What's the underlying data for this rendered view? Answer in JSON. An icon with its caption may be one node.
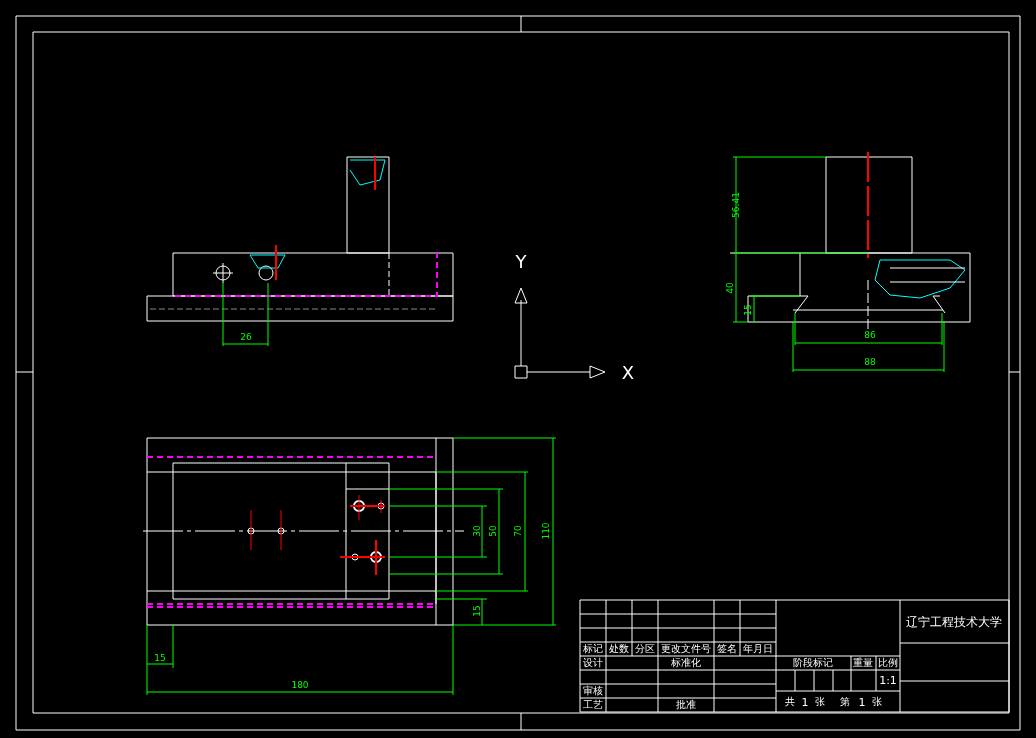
{
  "diagram": {
    "labels": [
      "56.41",
      "Y",
      "40",
      "15",
      "26",
      "86",
      "X",
      "88",
      "30",
      "50",
      "70",
      "110",
      "15",
      "辽宁工程技术大学",
      "15",
      "180",
      "标记",
      "处数",
      "分区",
      "更改文件号",
      "签名",
      "年月日",
      "设计",
      "标准化",
      "阶段标记",
      "重量",
      "比例",
      "1:1",
      "审核",
      "工艺",
      "批准",
      "共",
      "1",
      "张",
      "第",
      "1",
      "张"
    ]
  }
}
